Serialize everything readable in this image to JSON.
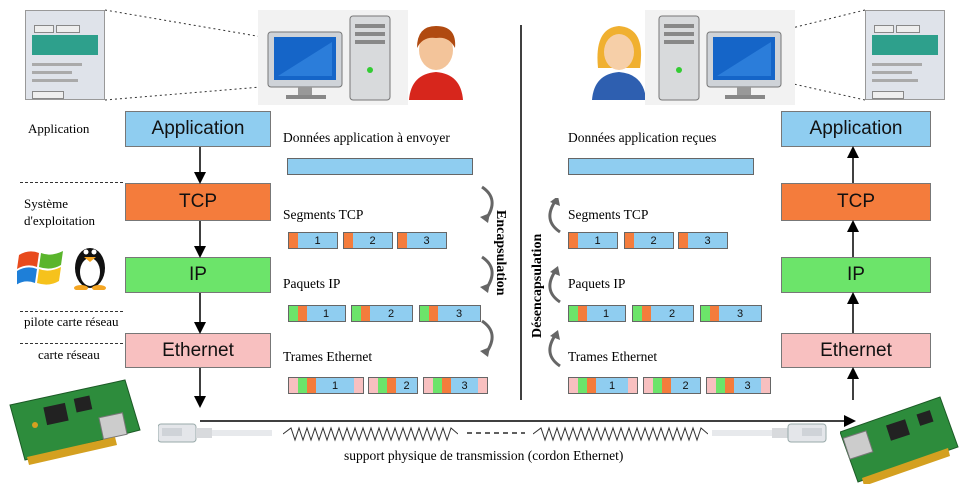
{
  "left": {
    "labels": {
      "application": "Application",
      "os": "Système\nd'exploitation",
      "driver": "pilote carte réseau",
      "nic": "carte réseau"
    },
    "layers": [
      "Application",
      "TCP",
      "IP",
      "Ethernet"
    ]
  },
  "right": {
    "layers": [
      "Application",
      "TCP",
      "IP",
      "Ethernet"
    ]
  },
  "send": {
    "data_title": "Données application à envoyer",
    "segments_title": "Segments TCP",
    "packets_title": "Paquets IP",
    "frames_title": "Trames Ethernet"
  },
  "receive": {
    "data_title": "Données application reçues",
    "segments_title": "Segments TCP",
    "packets_title": "Paquets IP",
    "frames_title": "Trames Ethernet"
  },
  "segment_numbers": [
    "1",
    "2",
    "3"
  ],
  "encapsulation": "Encapsulation",
  "decapsulation": "Désencapsulation",
  "transmission_label": "support physique de transmission (cordon Ethernet)",
  "colors": {
    "application": "#8fcdf0",
    "tcp": "#f47c3c",
    "ip": "#6ce46a",
    "ethernet": "#f8c0c0"
  }
}
